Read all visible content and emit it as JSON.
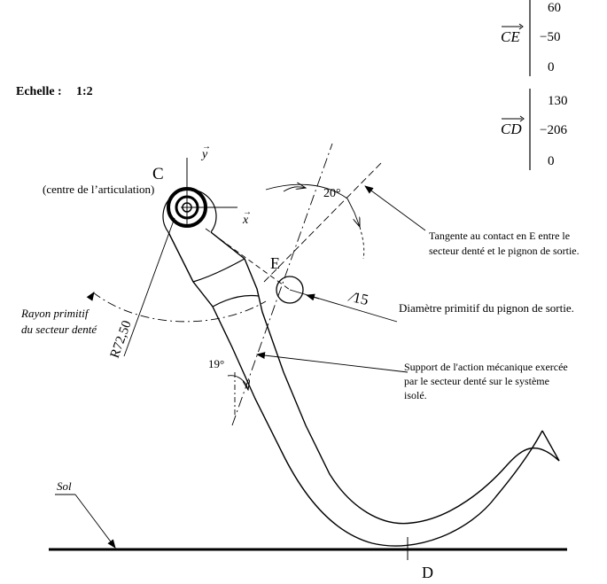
{
  "scale": {
    "label": "Echelle :",
    "value": "1:2"
  },
  "vector_CE": {
    "name": "CE",
    "components": [
      "60",
      "−50",
      "0"
    ]
  },
  "vector_CD": {
    "name": "CD",
    "components": [
      "130",
      "−206",
      "0"
    ]
  },
  "points": {
    "C": "C",
    "E": "E",
    "D": "D"
  },
  "axes": {
    "x": "x",
    "y": "y"
  },
  "labels": {
    "pivot_note": "(centre de l’articulation)",
    "radius_dim": "R72,50",
    "pitch_radius_line1": "Rayon primitif",
    "pitch_radius_line2": "du secteur denté",
    "diameter_dim": "∕15",
    "pitch_diameter": "Diamètre primitif du pignon de sortie.",
    "tangent_line1": "Tangente au contact en E entre le",
    "tangent_line2": "secteur denté et le pignon de sortie.",
    "support_line1": "Support de l'action mécanique exercée",
    "support_line2": "par le secteur denté sur le système",
    "support_line3": "isolé.",
    "angle_20": "20°",
    "angle_19": "19°",
    "ground": "Sol"
  }
}
